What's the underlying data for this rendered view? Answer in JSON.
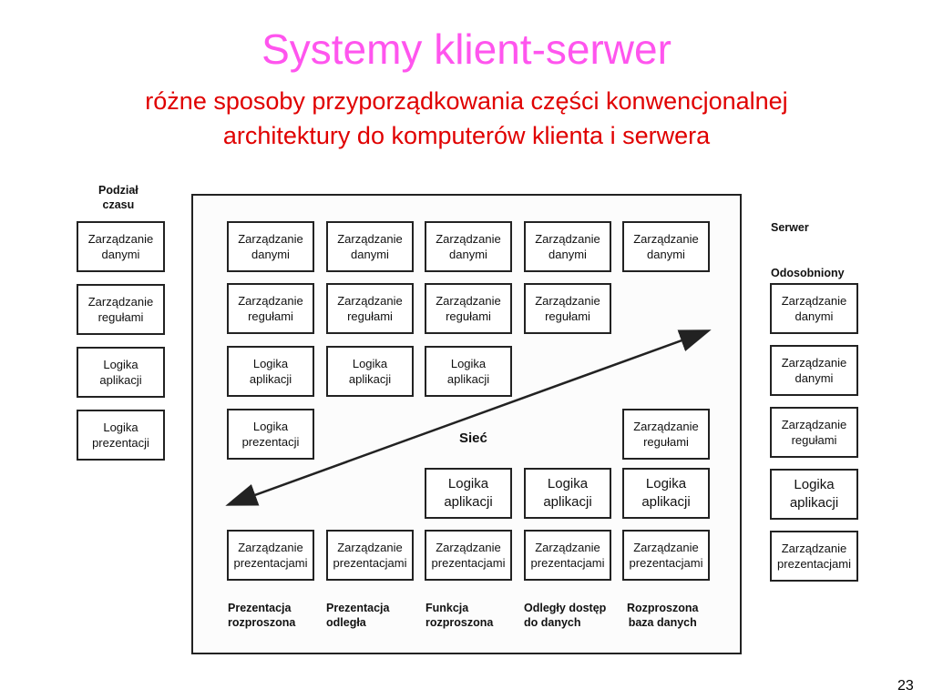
{
  "title": "Systemy klient-serwer",
  "subtitle_line1": "różne sposoby przyporządkowania części konwencjonalnej",
  "subtitle_line2": "architektury do komputerów klienta i serwera",
  "left_header": "Podział\nczasu",
  "right_header_1": "Serwer",
  "right_header_2": "Odosobniony",
  "network_label": "Sieć",
  "page_number": "23",
  "labels": {
    "zd": "Zarządzanie\ndanymi",
    "zr": "Zarządzanie\nregułami",
    "la": "Logika\naplikacji",
    "lp": "Logika\nprezentacji",
    "zp": "Zarządzanie\nprezentacjami"
  },
  "columns": [
    "Prezentacja\nrozproszona",
    "Prezentacja\nodległa",
    "Funkcja\nrozproszona",
    "Odległy dostęp\ndo danych",
    "Rozproszona\nbaza danych"
  ]
}
